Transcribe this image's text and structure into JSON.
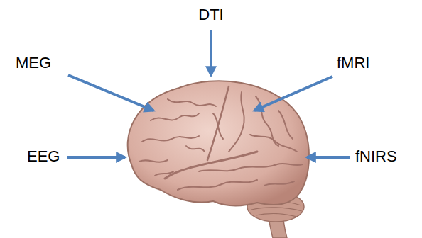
{
  "diagram": {
    "labels": [
      "DTI",
      "MEG",
      "fMRI",
      "EEG",
      "fNIRS"
    ]
  }
}
